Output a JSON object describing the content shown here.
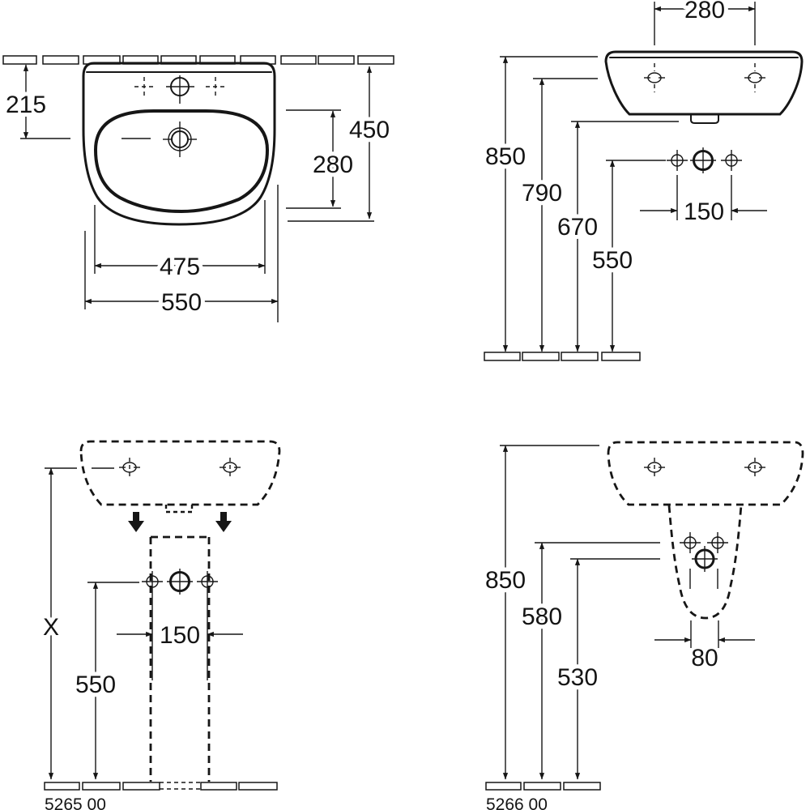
{
  "drawing": {
    "description": "Washbasin and pedestal installation dimension drawing, four views",
    "units": "mm",
    "ink_color": "#161616",
    "background_color": "#ffffff",
    "top_view": {
      "dim_wall_to_drain": "215",
      "dim_overall_depth": "450",
      "dim_bowl_depth": "280",
      "dim_bowl_width": "475",
      "dim_overall_width": "550"
    },
    "side_view": {
      "dim_fixing_hole_spacing": "280",
      "dim_rim_height": "850",
      "dim_fixing_hole_height": "790",
      "dim_underside_height": "670",
      "dim_supply_height": "550",
      "dim_supply_spacing": "150"
    },
    "front_view_with_pedestal": {
      "product_code": "5265 00",
      "dim_fixing_height": "X",
      "dim_supply_height": "550",
      "dim_supply_spacing": "150"
    },
    "side_view_with_pedestal": {
      "product_code": "5266 00",
      "dim_rim_height": "850",
      "dim_upper_supply_height": "580",
      "dim_drain_height": "530",
      "dim_drain_line_spacing": "80"
    }
  }
}
